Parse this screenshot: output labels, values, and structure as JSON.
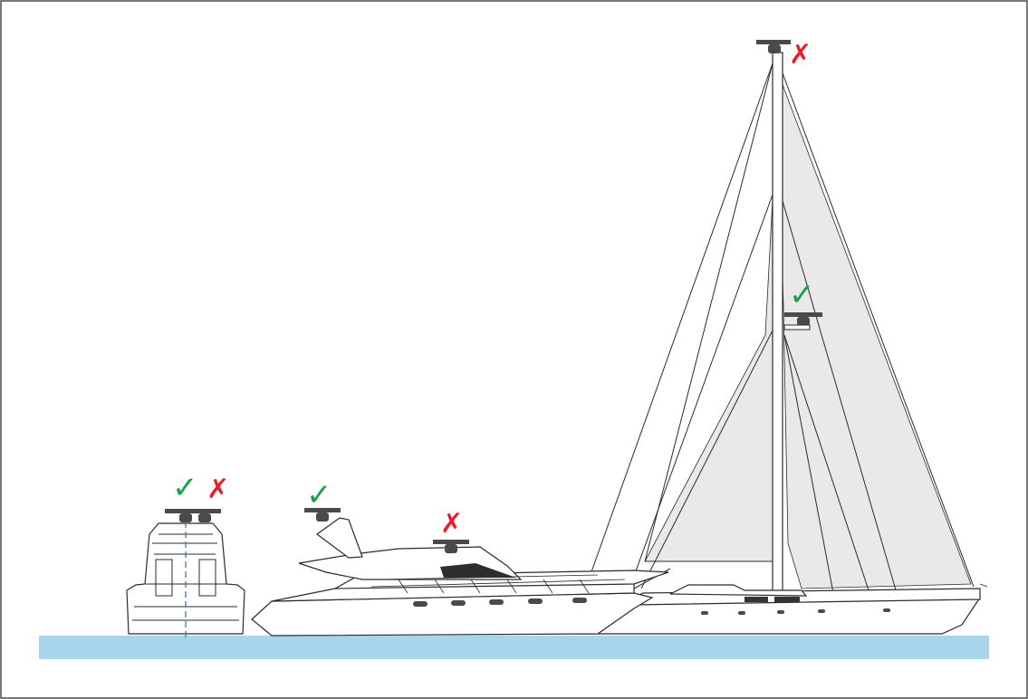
{
  "diagram": {
    "subject": "radar-scanner-mounting-positions",
    "colors": {
      "water": "#a7d5ec",
      "sail": "#e9e9e9",
      "outline": "#2b2b2b",
      "scanner": "#4a4a4a",
      "good": "#19a24a",
      "bad": "#e5202e",
      "centerline": "#3b78b8"
    },
    "icons": {
      "good": "check-mark-icon",
      "bad": "cross-mark-icon"
    },
    "glyphs": {
      "good": "✓",
      "bad": "✗"
    },
    "vessels": [
      {
        "name": "motorboat-rear-view",
        "marks": [
          "good",
          "bad"
        ]
      },
      {
        "name": "motor-yacht-side-view",
        "marks": [
          "good",
          "bad"
        ]
      },
      {
        "name": "sailing-yacht-side-view",
        "marks": [
          "bad",
          "good"
        ]
      }
    ]
  }
}
